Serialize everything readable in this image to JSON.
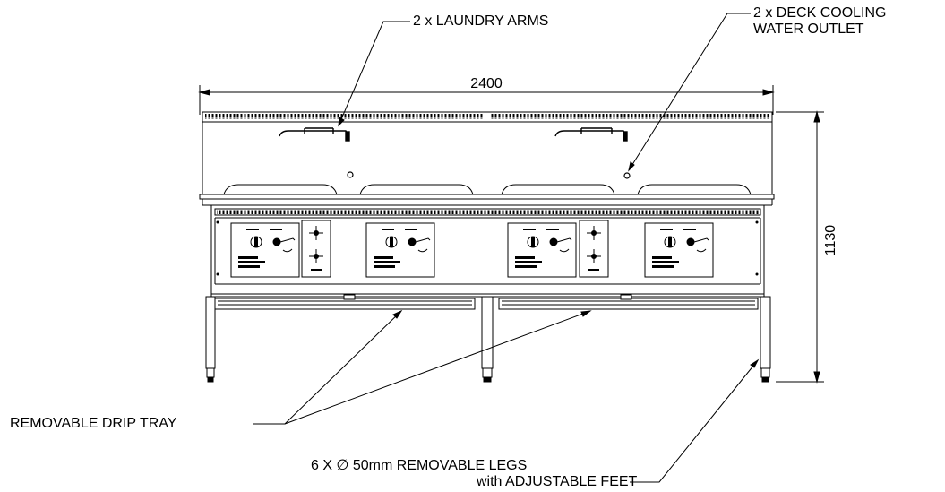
{
  "labels": {
    "laundry_arms": "2 x LAUNDRY ARMS",
    "deck_cooling_line1": "2 x DECK COOLING",
    "deck_cooling_line2": "WATER OUTLET",
    "drip_tray": "REMOVABLE DRIP TRAY",
    "legs_line1": "6 X ∅ 50mm REMOVABLE LEGS",
    "legs_line2": "with ADJUSTABLE FEET"
  },
  "dimensions": {
    "width": "2400",
    "height": "1130"
  }
}
